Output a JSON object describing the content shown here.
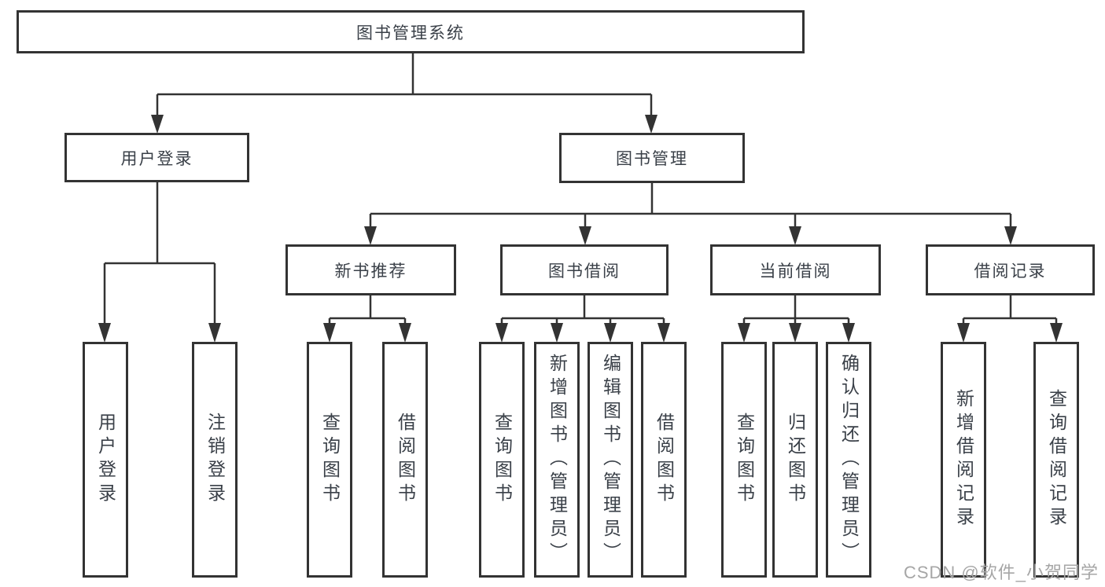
{
  "tree": {
    "root": {
      "label": "图书管理系统"
    },
    "branches": [
      {
        "label": "用户登录",
        "leaves": [
          "用户登录",
          "注销登录"
        ]
      },
      {
        "label": "图书管理",
        "groups": [
          {
            "label": "新书推荐",
            "leaves": [
              "查询图书",
              "借阅图书"
            ]
          },
          {
            "label": "图书借阅",
            "leaves": [
              "查询图书",
              "新增图书（管理员）",
              "编辑图书（管理员）",
              "借阅图书"
            ]
          },
          {
            "label": "当前借阅",
            "leaves": [
              "查询图书",
              "归还图书",
              "确认归还（管理员）"
            ]
          },
          {
            "label": "借阅记录",
            "leaves": [
              "新增借阅记录",
              "查询借阅记录"
            ]
          }
        ]
      }
    ]
  },
  "watermark": {
    "text": "CSDN @软件_小贺同学"
  },
  "colors": {
    "line": "#333333",
    "text": "#3a4048",
    "watermark": "#a6a6a6",
    "background": "#ffffff"
  }
}
